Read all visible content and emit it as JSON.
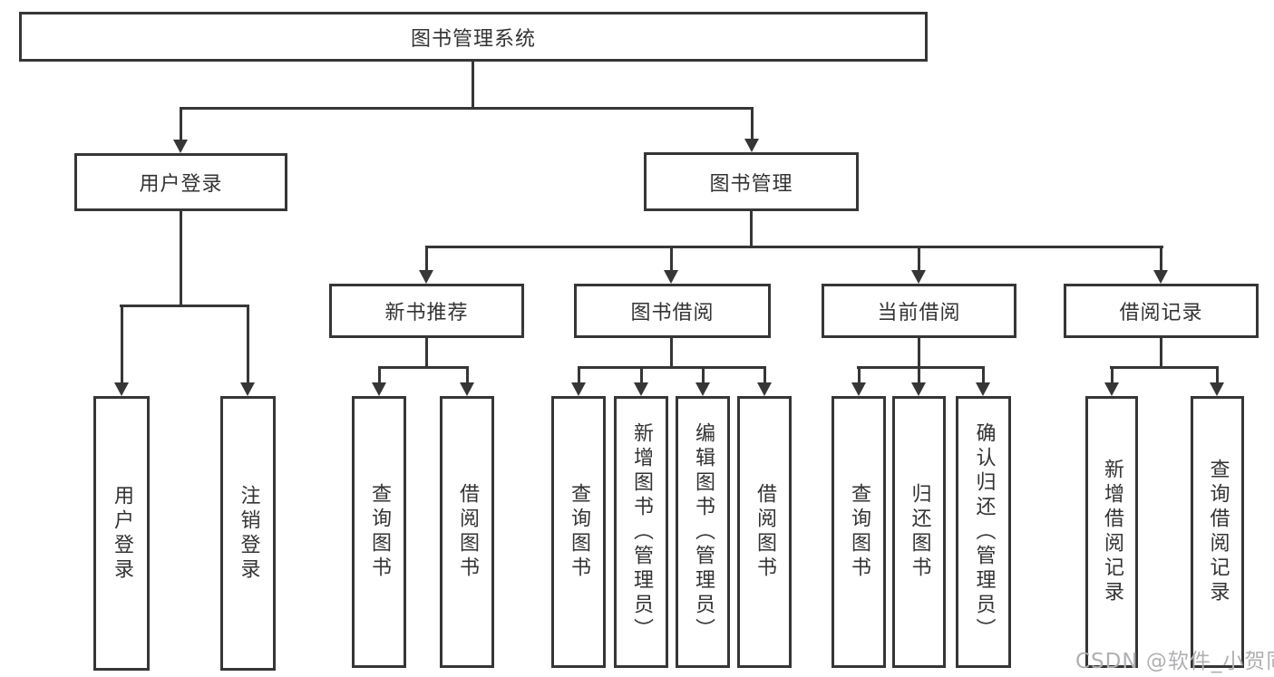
{
  "title": "图书管理系统",
  "watermark": "CSDN @软件_小贺同学",
  "colors": {
    "line": "#363636",
    "box_border": "#363636",
    "text": "#333333",
    "background": "#ffffff",
    "watermark": "#b0b0b3"
  },
  "nodes": {
    "root": "图书管理系统",
    "user_login": "用户登录",
    "book_mgmt": "图书管理",
    "new_book_rec": "新书推荐",
    "book_borrow": "图书借阅",
    "current_borrow": "当前借阅",
    "borrow_records": "借阅记录",
    "user_login_leaf": "用户登录",
    "logout": "注销登录",
    "query_book_1": "查询图书",
    "borrow_book_1": "借阅图书",
    "query_book_2": "查询图书",
    "add_book": "新增图书（管理员）",
    "edit_book": "编辑图书（管理员）",
    "borrow_book_2": "借阅图书",
    "query_book_3": "查询图书",
    "return_book": "归还图书",
    "confirm_return": "确认归还（管理员）",
    "add_borrow_record": "新增借阅记录",
    "query_borrow_record": "查询借阅记录"
  },
  "hierarchy": {
    "图书管理系统": {
      "用户登录": [
        "用户登录",
        "注销登录"
      ],
      "图书管理": {
        "新书推荐": [
          "查询图书",
          "借阅图书"
        ],
        "图书借阅": [
          "查询图书",
          "新增图书（管理员）",
          "编辑图书（管理员）",
          "借阅图书"
        ],
        "当前借阅": [
          "查询图书",
          "归还图书",
          "确认归还（管理员）"
        ],
        "借阅记录": [
          "新增借阅记录",
          "查询借阅记录"
        ]
      }
    }
  }
}
